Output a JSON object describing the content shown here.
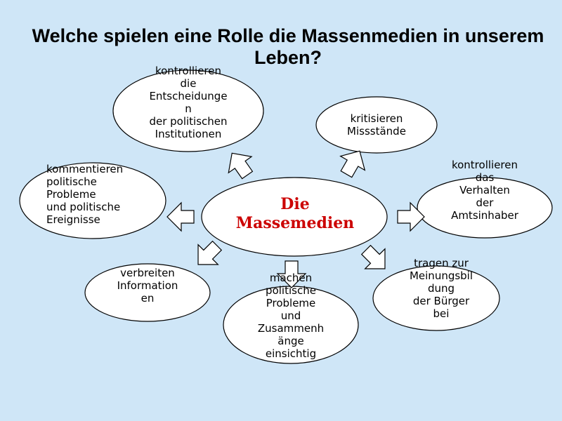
{
  "title": "Welche spielen eine Rolle die Massenmedien in unserem Leben?",
  "center": {
    "line1": "Die",
    "line2": "Massemedien"
  },
  "nodes": {
    "top_left": [
      "kontrollieren",
      "die",
      "Entscheidunge",
      "n",
      "der politischen",
      "Institutionen"
    ],
    "top_right": [
      "kritisieren",
      "Missstände"
    ],
    "left": [
      "kommentieren",
      "politische",
      "Probleme",
      "und politische",
      "Ereignisse"
    ],
    "right": [
      "kontrollieren",
      "das",
      "Verhalten",
      "der",
      "Amtsinhaber"
    ],
    "bottom_left": [
      "verbreiten",
      "Information",
      "en"
    ],
    "bottom_center": [
      "machen",
      "politische",
      "Probleme",
      "und",
      "Zusammenh",
      "änge",
      "einsichtig"
    ],
    "bottom_right": [
      "tragen zur",
      "Meinungsbil",
      "dung",
      "der Bürger",
      "bei"
    ]
  },
  "colors": {
    "center_text": "#cc0000",
    "background": "#cfe6f7",
    "ellipse_fill": "#ffffff",
    "stroke": "#000000"
  }
}
